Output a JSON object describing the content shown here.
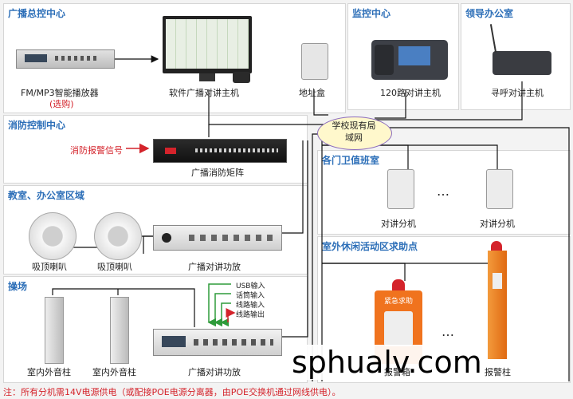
{
  "sections": {
    "broadcast_center": "广播总控中心",
    "monitor_center": "监控中心",
    "leader_office": "领导办公室",
    "fire_control": "消防控制中心",
    "classroom": "教室、办公室区域",
    "playground": "操场",
    "gate_room": "各门卫值班室",
    "outdoor": "室外休闲活动区求助点"
  },
  "devices": {
    "mp3_player": "FM/MP3智能播放器",
    "mp3_optional": "(选购)",
    "software_host": "软件广播对讲主机",
    "address_box": "地址盒",
    "host_120": "120路对讲主机",
    "paging_host": "寻呼对讲主机",
    "fire_matrix": "广播消防矩阵",
    "fire_signal": "消防报警信号",
    "ceiling_speaker": "吸顶喇叭",
    "amp": "广播对讲功放",
    "column_speaker": "室内外音柱",
    "intercom_ext": "对讲分机",
    "alarm_box": "报警箱",
    "alarm_pillar": "报警柱",
    "help_text": "紧急求助",
    "ellipsis": "…"
  },
  "network_label": "学校现有局域网",
  "amp_inputs": [
    "USB输入",
    "话筒输入",
    "线路输入",
    "线路输出"
  ],
  "footer_note": "注：所有分机需14V电源供电（或配接POE电源分离器，由POE交换机通过网线供电）。",
  "watermark": "sphualv.com",
  "colors": {
    "title": "#2d6fb8",
    "accent_red": "#d4232b",
    "arrow_green": "#2e9b3a",
    "alarm_orange": "#f0731e"
  }
}
